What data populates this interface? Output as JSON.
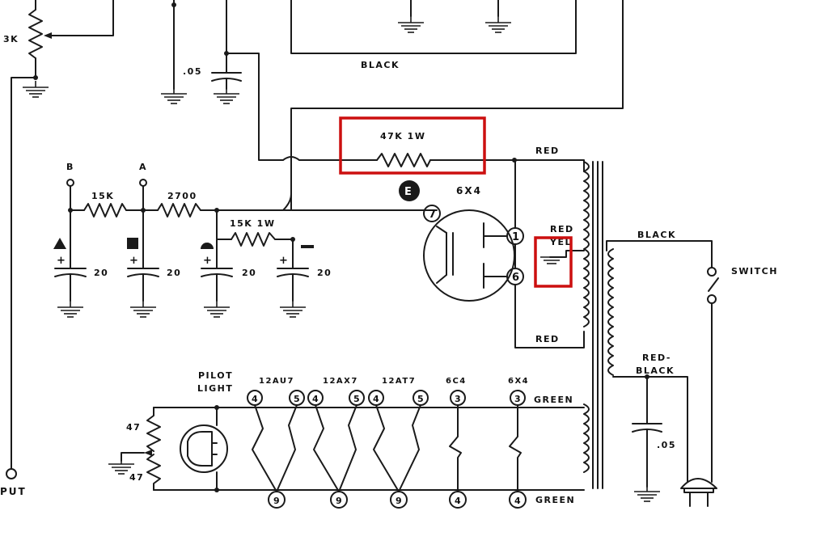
{
  "labels": {
    "pot_3k": "3K",
    "cap_05_top": ".05",
    "black_top": "BLACK",
    "res_47k": "47K  1W",
    "node_b": "B",
    "node_a": "A",
    "res_15k": "15K",
    "res_2700": "2700",
    "res_15k_1w": "15K  1W",
    "tube_e": "E",
    "tube_6x4": "6X4",
    "pin_7": "7",
    "pin_1": "1",
    "pin_6": "6",
    "wire_red_top": "RED",
    "wire_red_mid": "RED",
    "wire_yel": "YEL",
    "wire_red_bottom": "RED",
    "wire_black": "BLACK",
    "switch": "SWITCH",
    "red_black_1": "RED-",
    "red_black_2": "BLACK",
    "cap_05_right": ".05",
    "cap1": "20",
    "cap2": "20",
    "cap3": "20",
    "cap4": "20",
    "pilot_1": "PILOT",
    "pilot_2": "LIGHT",
    "tube_12au7": "12AU7",
    "tube_12ax7": "12AX7",
    "tube_12at7": "12AT7",
    "tube_6c4": "6C4",
    "tube_6x4_fil": "6X4",
    "green_top": "GREEN",
    "green_bottom": "GREEN",
    "res_47_a": "47",
    "res_47_b": "47",
    "output": "PUT",
    "p4a": "4",
    "p5a": "5",
    "p4b": "4",
    "p5b": "5",
    "p4c": "4",
    "p5c": "5",
    "p3a": "3",
    "p3b": "3",
    "p9a": "9",
    "p9b": "9",
    "p9c": "9",
    "p4d": "4",
    "p4e": "4"
  },
  "highlight_color": "#cc0f0f"
}
